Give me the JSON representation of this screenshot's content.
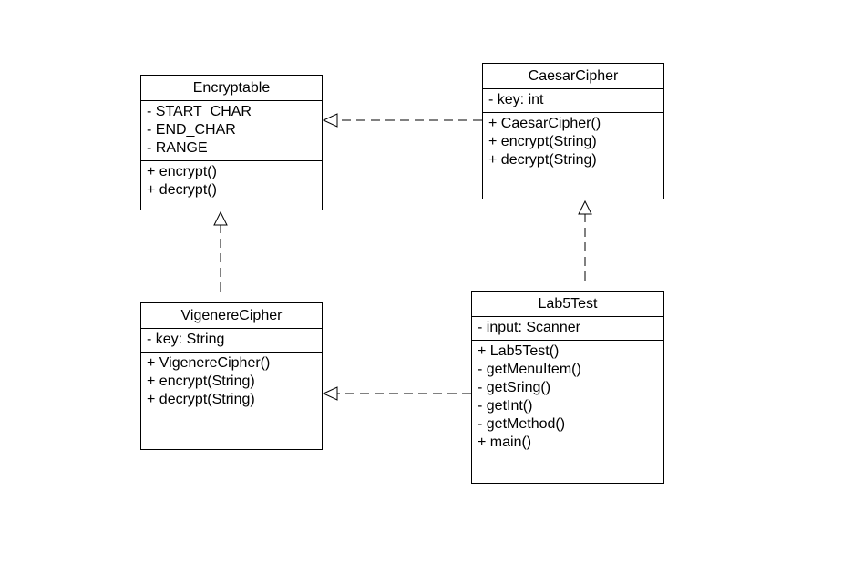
{
  "diagram": {
    "classes": {
      "encryptable": {
        "name": "Encryptable",
        "attributes": [
          "- START_CHAR",
          "- END_CHAR",
          "- RANGE"
        ],
        "operations": [
          "+ encrypt()",
          "+ decrypt()"
        ]
      },
      "caesar": {
        "name": "CaesarCipher",
        "attributes": [
          "- key: int"
        ],
        "operations": [
          "+ CaesarCipher()",
          "+ encrypt(String)",
          "+ decrypt(String)"
        ]
      },
      "vigenere": {
        "name": "VigenereCipher",
        "attributes": [
          "- key: String"
        ],
        "operations": [
          "+ VigenereCipher()",
          "+ encrypt(String)",
          "+ decrypt(String)"
        ]
      },
      "lab5test": {
        "name": "Lab5Test",
        "attributes": [
          "- input: Scanner"
        ],
        "operations": [
          "+ Lab5Test()",
          "- getMenuItem()",
          "- getSring()",
          "- getInt()",
          "- getMethod()",
          "+ main()"
        ]
      }
    },
    "relationships": [
      {
        "from": "CaesarCipher",
        "to": "Encryptable",
        "type": "realization"
      },
      {
        "from": "VigenereCipher",
        "to": "Encryptable",
        "type": "realization"
      },
      {
        "from": "Lab5Test",
        "to": "CaesarCipher",
        "type": "realization"
      },
      {
        "from": "Lab5Test",
        "to": "VigenereCipher",
        "type": "realization"
      }
    ],
    "colors": {
      "line": "#000000",
      "background": "#ffffff"
    }
  }
}
